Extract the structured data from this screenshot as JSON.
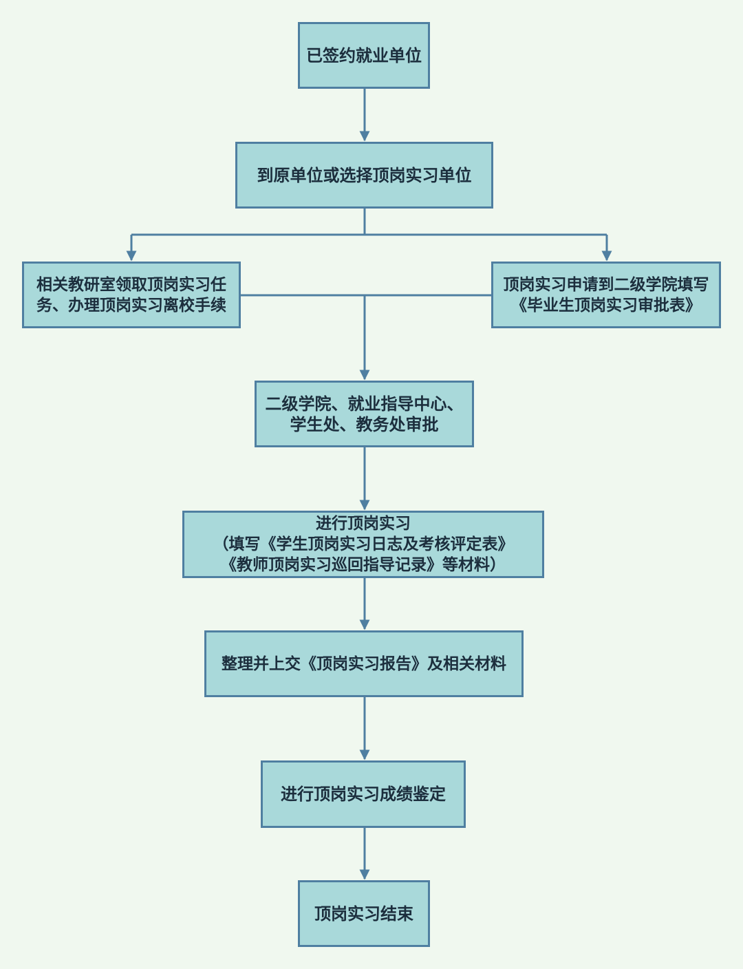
{
  "colors": {
    "background": "#f0f8ef",
    "node_fill": "#a9d9da",
    "node_border": "#4f7fa1",
    "connector": "#4f7fa1",
    "text": "#1c2e3d"
  },
  "nodes": {
    "signed": {
      "lines": [
        "已签约就业单位"
      ]
    },
    "choose_unit": {
      "lines": [
        "到原单位或选择顶岗实习单位"
      ]
    },
    "teaching_office": {
      "lines": [
        "相关教研室领取顶岗实习任",
        "务、办理顶岗实习离校手续"
      ]
    },
    "application": {
      "lines": [
        "顶岗实习申请到二级学院填写",
        "《毕业生顶岗实习审批表》"
      ]
    },
    "approval": {
      "lines": [
        "二级学院、就业指导中心、",
        "学生处、教务处审批"
      ]
    },
    "internship": {
      "lines": [
        "进行顶岗实习",
        "（填写《学生顶岗实习日志及考核评定表》",
        "《教师顶岗实习巡回指导记录》等材料）"
      ]
    },
    "report": {
      "lines": [
        "整理并上交《顶岗实习报告》及相关材料"
      ]
    },
    "evaluation": {
      "lines": [
        "进行顶岗实习成绩鉴定"
      ]
    },
    "end": {
      "lines": [
        "顶岗实习结束"
      ]
    }
  }
}
